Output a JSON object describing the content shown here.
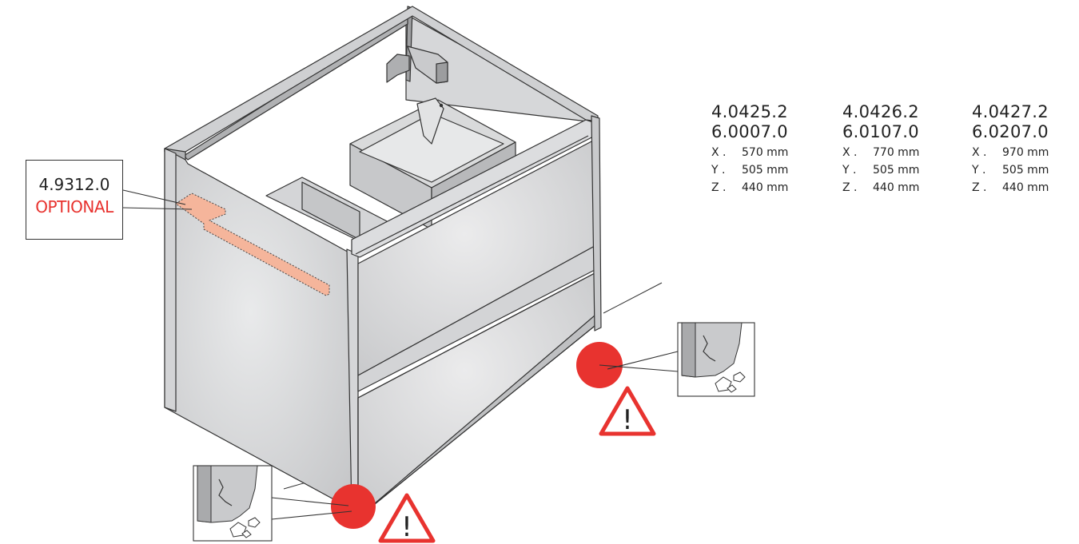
{
  "callout": {
    "part_code": "4.9312.0",
    "note": "OPTIONAL"
  },
  "specs": [
    {
      "codes": [
        "4.0425.2",
        "6.0007.0"
      ],
      "dims": [
        {
          "axis": "X .",
          "value": "570 mm"
        },
        {
          "axis": "Y .",
          "value": "505 mm"
        },
        {
          "axis": "Z .",
          "value": "440 mm"
        }
      ]
    },
    {
      "codes": [
        "4.0426.2",
        "6.0107.0"
      ],
      "dims": [
        {
          "axis": "X .",
          "value": "770 mm"
        },
        {
          "axis": "Y .",
          "value": "505 mm"
        },
        {
          "axis": "Z .",
          "value": "440 mm"
        }
      ]
    },
    {
      "codes": [
        "4.0427.2",
        "6.0207.0"
      ],
      "dims": [
        {
          "axis": "X .",
          "value": "970 mm"
        },
        {
          "axis": "Y .",
          "value": "505 mm"
        },
        {
          "axis": "Z .",
          "value": "440 mm"
        }
      ]
    }
  ],
  "warnings": [
    {
      "symbol": "!"
    },
    {
      "symbol": "!"
    }
  ],
  "colors": {
    "cabinet": "#c8c9cb",
    "highlight": "#f5b59b",
    "warning": "#e8332f",
    "line": "#333333"
  }
}
